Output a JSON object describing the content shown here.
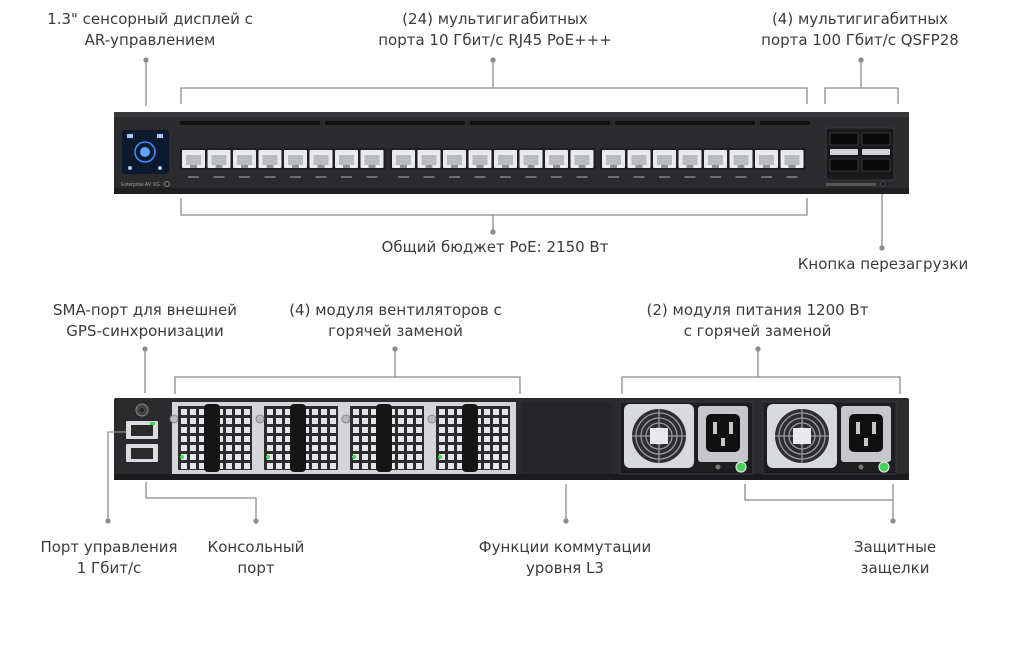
{
  "front_callouts": {
    "touch_display": [
      "1.3\" сенсорный дисплей с",
      "AR-управлением"
    ],
    "rj45_ports": [
      "(24) мультигигабитных",
      "порта 10 Гбит/с RJ45 PoE+++"
    ],
    "qsfp_ports": [
      "(4) мультигигабитных",
      "порта 100 Гбит/с QSFP28"
    ],
    "poe_budget": [
      "Общий бюджет PoE: 2150 Вт"
    ],
    "reset_button": [
      "Кнопка перезагрузки"
    ]
  },
  "rear_callouts": {
    "sma_port": [
      "SMA-порт для внешней",
      "GPS-синхронизации"
    ],
    "fan_modules": [
      "(4) модуля вентиляторов с",
      "горячей заменой"
    ],
    "power_modules": [
      "(2) модуля питания 1200 Вт",
      "с горячей заменой"
    ],
    "mgmt_port": [
      "Порт управления",
      "1 Гбит/с"
    ],
    "console_port": [
      "Консольный",
      "порт"
    ],
    "l3_features": [
      "Функции коммутации",
      "уровня L3"
    ],
    "safety_latches": [
      "Защитные",
      "защелки"
    ]
  },
  "device": {
    "front_badge": "Enterprise AV XG",
    "colors": {
      "chassis": "#2b2b2d",
      "chassis_dark": "#1c1c1e",
      "port": "#e9eaec",
      "callout_line": "#8c8c8c",
      "status_led": "#46d35a",
      "display_accent": "#3f8cff"
    }
  }
}
